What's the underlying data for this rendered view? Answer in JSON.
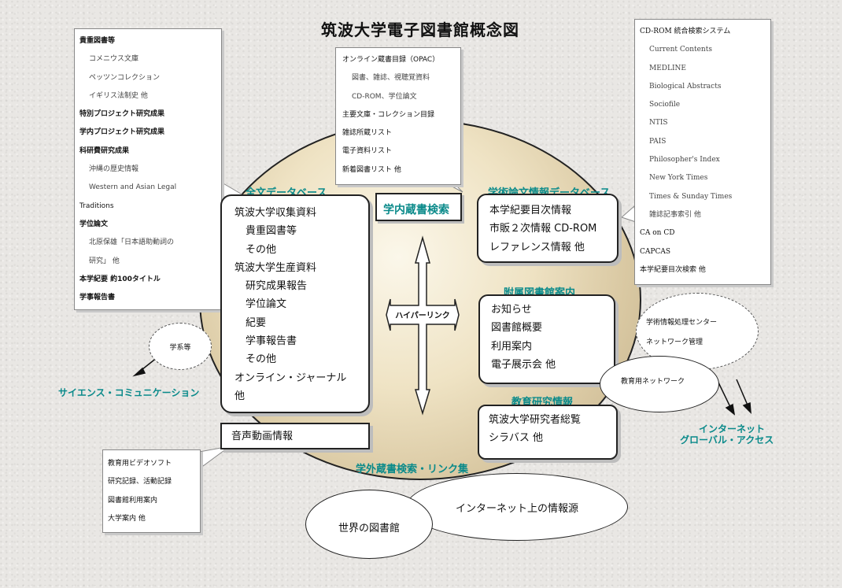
{
  "title": "筑波大学電子図書館概念図",
  "left_note": [
    {
      "text": "貴重図書等",
      "strong": true
    },
    {
      "text": "コメニウス文庫",
      "indent": true
    },
    {
      "text": "ペッツンコレクション",
      "indent": true
    },
    {
      "text": "イギリス法制史 他",
      "indent": true
    },
    {
      "text": "特別プロジェクト研究成果",
      "strong": true
    },
    {
      "text": "学内プロジェクト研究成果",
      "strong": true
    },
    {
      "text": "科研費研究成果",
      "strong": true
    },
    {
      "text": "沖縄の歴史情報",
      "indent": true
    },
    {
      "text": "Western and Asian Legal",
      "indent": true
    },
    {
      "text": "Traditions"
    },
    {
      "text": "学位論文",
      "strong": true
    },
    {
      "text": "北原保雄「日本語助動詞の",
      "indent": true
    },
    {
      "text": "研究」 他",
      "indent": true
    },
    {
      "text": "本学紀要 約100タイトル",
      "strong": true
    },
    {
      "text": "学事報告書",
      "strong": true
    }
  ],
  "top_note": [
    {
      "text": "オンライン蔵書目録（OPAC）"
    },
    {
      "text": "図書、雑誌、視聴覚資料",
      "indent": true
    },
    {
      "text": "CD-ROM、学位論文",
      "indent": true
    },
    {
      "text": "主要文庫・コレクション目録"
    },
    {
      "text": "雑誌所蔵リスト"
    },
    {
      "text": "電子資料リスト"
    },
    {
      "text": "新着図書リスト 他"
    }
  ],
  "right_note": [
    {
      "text": "CD-ROM 統合検索システム"
    },
    {
      "text": "Current Contents",
      "indent": true
    },
    {
      "text": "MEDLINE",
      "indent": true
    },
    {
      "text": "Biological Abstracts",
      "indent": true
    },
    {
      "text": "Sociofile",
      "indent": true
    },
    {
      "text": "NTIS",
      "indent": true
    },
    {
      "text": "PAIS",
      "indent": true
    },
    {
      "text": "Philosopher's Index",
      "indent": true
    },
    {
      "text": "New York Times",
      "indent": true
    },
    {
      "text": "Times & Sunday Times",
      "indent": true
    },
    {
      "text": "雑誌記事索引 他",
      "indent": true
    },
    {
      "text": "CA on CD"
    },
    {
      "text": "CAPCAS"
    },
    {
      "text": "本学紀要目次検索 他"
    }
  ],
  "bottom_left_note": [
    {
      "text": "教育用ビデオソフト"
    },
    {
      "text": "研究記録、活動記録"
    },
    {
      "text": "図書館利用案内"
    },
    {
      "text": "大学案内 他"
    }
  ],
  "labels": {
    "fulltext": "全文データベース",
    "catalog": "学内蔵書検索",
    "academic": "学術論文情報データベース",
    "library_guide": "附属図書館案内",
    "edu_research": "教育研究情報",
    "external": "学外蔵書検索・リンク集",
    "science_comm": "サイエンス・コミュニケーション",
    "internet_line1": "インターネット",
    "internet_line2": "グローバル・アクセス",
    "hyperlink": "ハイパーリンク"
  },
  "fulltext_box": [
    {
      "text": "筑波大学収集資料"
    },
    {
      "text": "貴重図書等",
      "indent": true
    },
    {
      "text": "その他",
      "indent": true
    },
    {
      "text": "筑波大学生産資料"
    },
    {
      "text": "研究成果報告",
      "indent": true
    },
    {
      "text": "学位論文",
      "indent": true
    },
    {
      "text": "紀要",
      "indent": true
    },
    {
      "text": "学事報告書",
      "indent": true
    },
    {
      "text": "その他",
      "indent": true
    },
    {
      "text": "オンライン・ジャーナル"
    },
    {
      "text": "他"
    }
  ],
  "academic_box": [
    "本学紀要目次情報",
    "市販２次情報 CD-ROM",
    "レファレンス情報 他"
  ],
  "library_box": [
    "お知らせ",
    "図書館概要",
    "利用案内",
    "電子展示会 他"
  ],
  "edu_box": [
    "筑波大学研究者総覧",
    "シラバス 他"
  ],
  "av_box": "音声動画情報",
  "ellipses": {
    "department": "学系等",
    "center_line1": "学術情報処理センター",
    "center_line2": "ネットワーク管理",
    "edu_network": "教育用ネットワーク",
    "internet_sources": "インターネット上の情報源",
    "world_libraries": "世界の図書館"
  }
}
